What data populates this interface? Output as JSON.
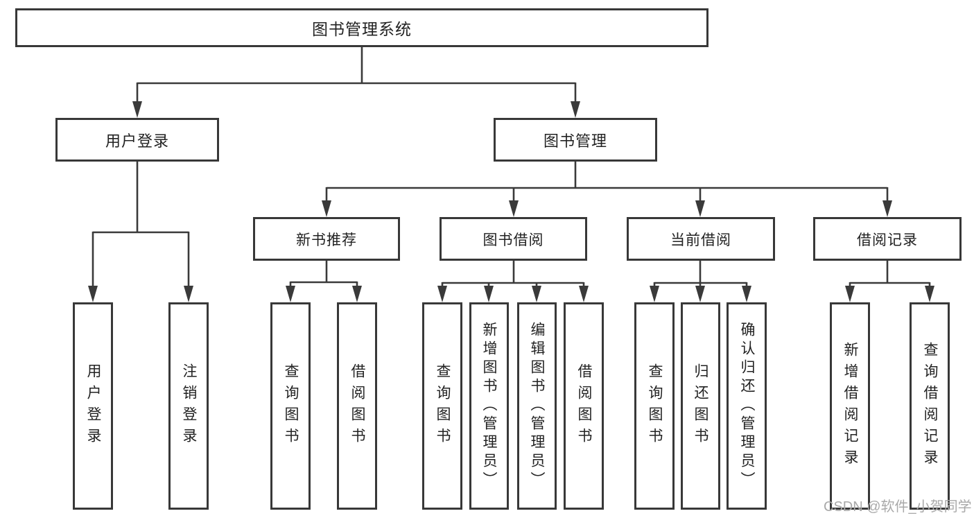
{
  "colors": {
    "line": "#3a3a3a",
    "box_border": "#383838",
    "text": "#222222",
    "watermark": "#a9a9a9",
    "background": "#ffffff"
  },
  "watermark": {
    "text": "CSDN @软件_小贺同学"
  },
  "diagram": {
    "type": "tree",
    "root": "图书管理系统",
    "branches": [
      {
        "label": "用户登录",
        "leaves": [
          "用户登录",
          "注销登录"
        ]
      },
      {
        "label": "图书管理",
        "groups": [
          {
            "label": "新书推荐",
            "leaves": [
              "查询图书",
              "借阅图书"
            ]
          },
          {
            "label": "图书借阅",
            "leaves": [
              "查询图书",
              "新增图书（管理员）",
              "编辑图书（管理员）",
              "借阅图书"
            ]
          },
          {
            "label": "当前借阅",
            "leaves": [
              "查询图书",
              "归还图书",
              "确认归还（管理员）"
            ]
          },
          {
            "label": "借阅记录",
            "leaves": [
              "新增借阅记录",
              "查询借阅记录"
            ]
          }
        ]
      }
    ]
  }
}
